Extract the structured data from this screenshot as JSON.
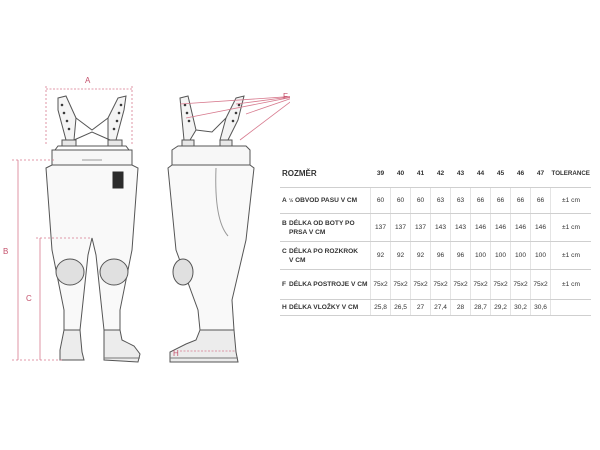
{
  "dimension_labels": [
    "A",
    "B",
    "C",
    "F",
    "H"
  ],
  "table": {
    "header": {
      "label": "ROZMĚR",
      "sizes": [
        "39",
        "40",
        "41",
        "42",
        "43",
        "44",
        "45",
        "46",
        "47"
      ],
      "tolerance": "TOLERANCE"
    },
    "rows": [
      {
        "letter": "A",
        "fraction": "½",
        "text": "OBVOD PASU V CM",
        "values": [
          "60",
          "60",
          "60",
          "63",
          "63",
          "66",
          "66",
          "66",
          "66"
        ],
        "tolerance": "±1 cm"
      },
      {
        "letter": "B",
        "text": "DÉLKA OD BOTY PO",
        "text2": "PRSA V CM",
        "values": [
          "137",
          "137",
          "137",
          "143",
          "143",
          "146",
          "146",
          "146",
          "146"
        ],
        "tolerance": "±1 cm"
      },
      {
        "letter": "C",
        "text": "DÉLKA PO ROZKROK",
        "text2": "V CM",
        "values": [
          "92",
          "92",
          "92",
          "96",
          "96",
          "100",
          "100",
          "100",
          "100"
        ],
        "tolerance": "±1 cm"
      },
      {
        "letter": "F",
        "text": "DÉLKA POSTROJE V CM",
        "values": [
          "75x2",
          "75x2",
          "75x2",
          "75x2",
          "75x2",
          "75x2",
          "75x2",
          "75x2",
          "75x2"
        ],
        "tolerance": "±1 cm"
      },
      {
        "letter": "H",
        "text": "DÉLKA VLOŽKY V CM",
        "values": [
          "25,8",
          "26,5",
          "27",
          "27,4",
          "28",
          "28,7",
          "29,2",
          "30,2",
          "30,6"
        ],
        "tolerance": ""
      }
    ]
  }
}
